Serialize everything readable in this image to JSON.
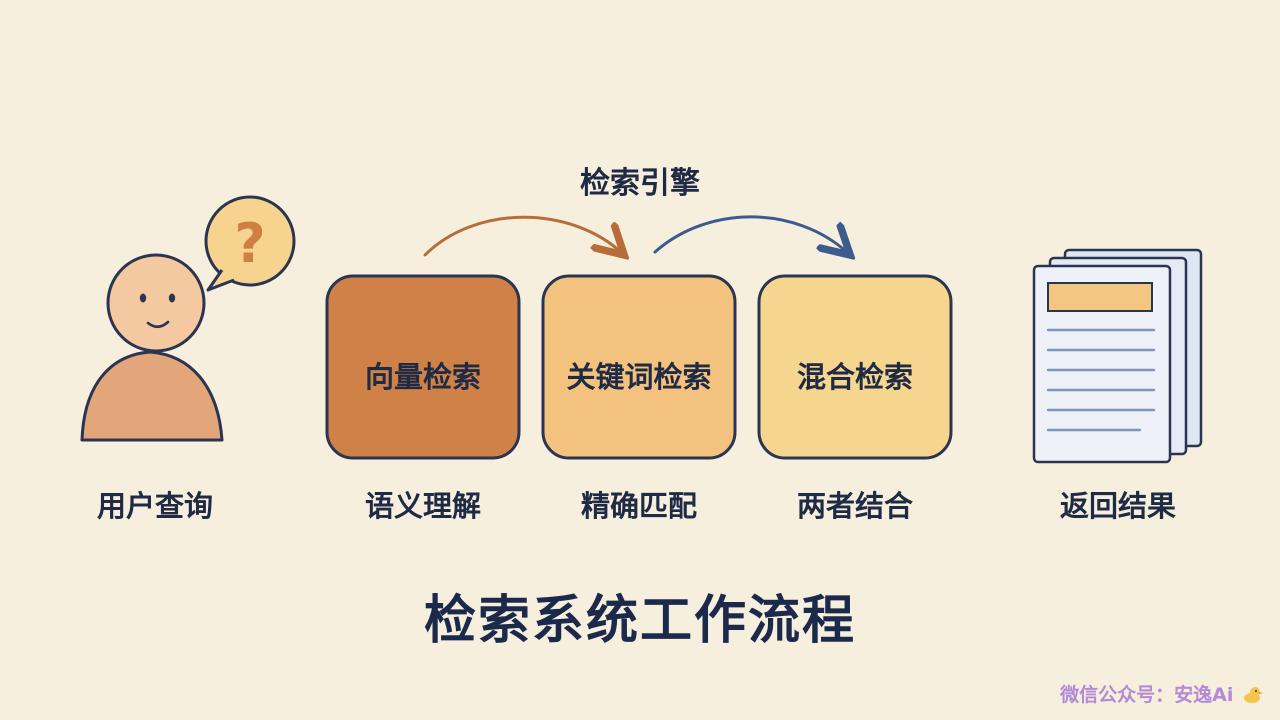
{
  "diagram": {
    "engine_label": "检索引擎",
    "title": "检索系统工作流程",
    "user": {
      "query_mark": "?",
      "label": "用户查询"
    },
    "steps": [
      {
        "box": "向量检索",
        "caption": "语义理解"
      },
      {
        "box": "关键词检索",
        "caption": "精确匹配"
      },
      {
        "box": "混合检索",
        "caption": "两者结合"
      }
    ],
    "result": {
      "label": "返回结果"
    },
    "colors": {
      "box1": "#cf8147",
      "box2": "#f3c27e",
      "box3": "#f6d58e",
      "arrow1": "#b86c3a",
      "arrow2": "#3d5b8c",
      "outline": "#2b3550",
      "doc_header": "#f3c77f"
    }
  },
  "watermark": {
    "text": "微信公众号：安逸Ai"
  }
}
